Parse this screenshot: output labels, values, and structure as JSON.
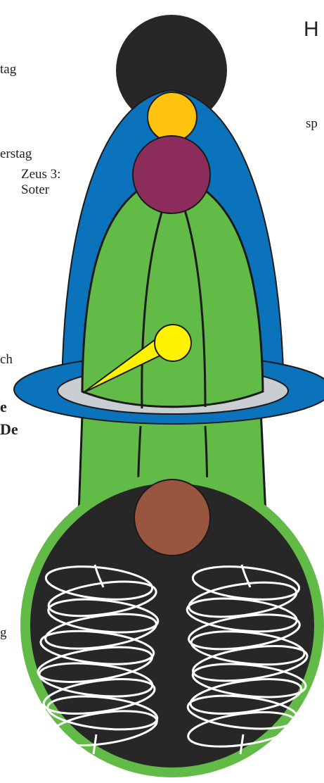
{
  "labels": {
    "top_right_letter": "H",
    "right_fragment": "sp",
    "tag_fragment": "tag",
    "erstag_fragment": "erstag",
    "zeus_line1": "Zeus 3:",
    "zeus_line2": "Soter",
    "ch_fragment": "ch",
    "bold_fragment_1": "e",
    "bold_fragment_2": "De",
    "g_fragment": "g"
  },
  "colors": {
    "dark": "#272727",
    "blue": "#0a73bb",
    "green": "#62bb46",
    "yellow_top": "#ffc20e",
    "purple": "#8b2c5a",
    "yellow_hand": "#fff200",
    "grey": "#c9ced3",
    "brown": "#9a5540",
    "coil": "#ffffff"
  },
  "icons": {
    "dark_top_circle": "dark-sphere",
    "coils": "white-spiral-coils"
  }
}
